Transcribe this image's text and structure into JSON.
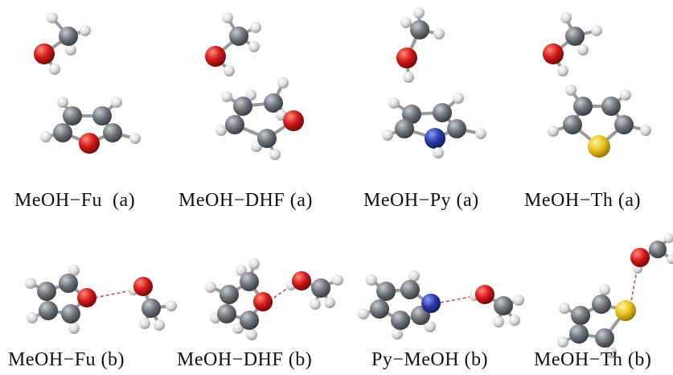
{
  "captions": {
    "row1": [
      "MeOH−Fu  (a)",
      "MeOH−DHF (a)",
      "MeOH−Py (a)",
      "MeOH−Th (a)"
    ],
    "row2": [
      "MeOH−Fu (b)",
      "MeOH−DHF (b)",
      "Py−MeOH (b)",
      "MeOH−Th (b)"
    ]
  },
  "colors": {
    "carbon": "#6e7277",
    "hydrogen": "#e4e4e4",
    "oxygen": "#d01818",
    "nitrogen": "#2a3aa8",
    "sulfur": "#e8c020",
    "bond": "#9a9a9a",
    "hbond": "#c05050"
  }
}
